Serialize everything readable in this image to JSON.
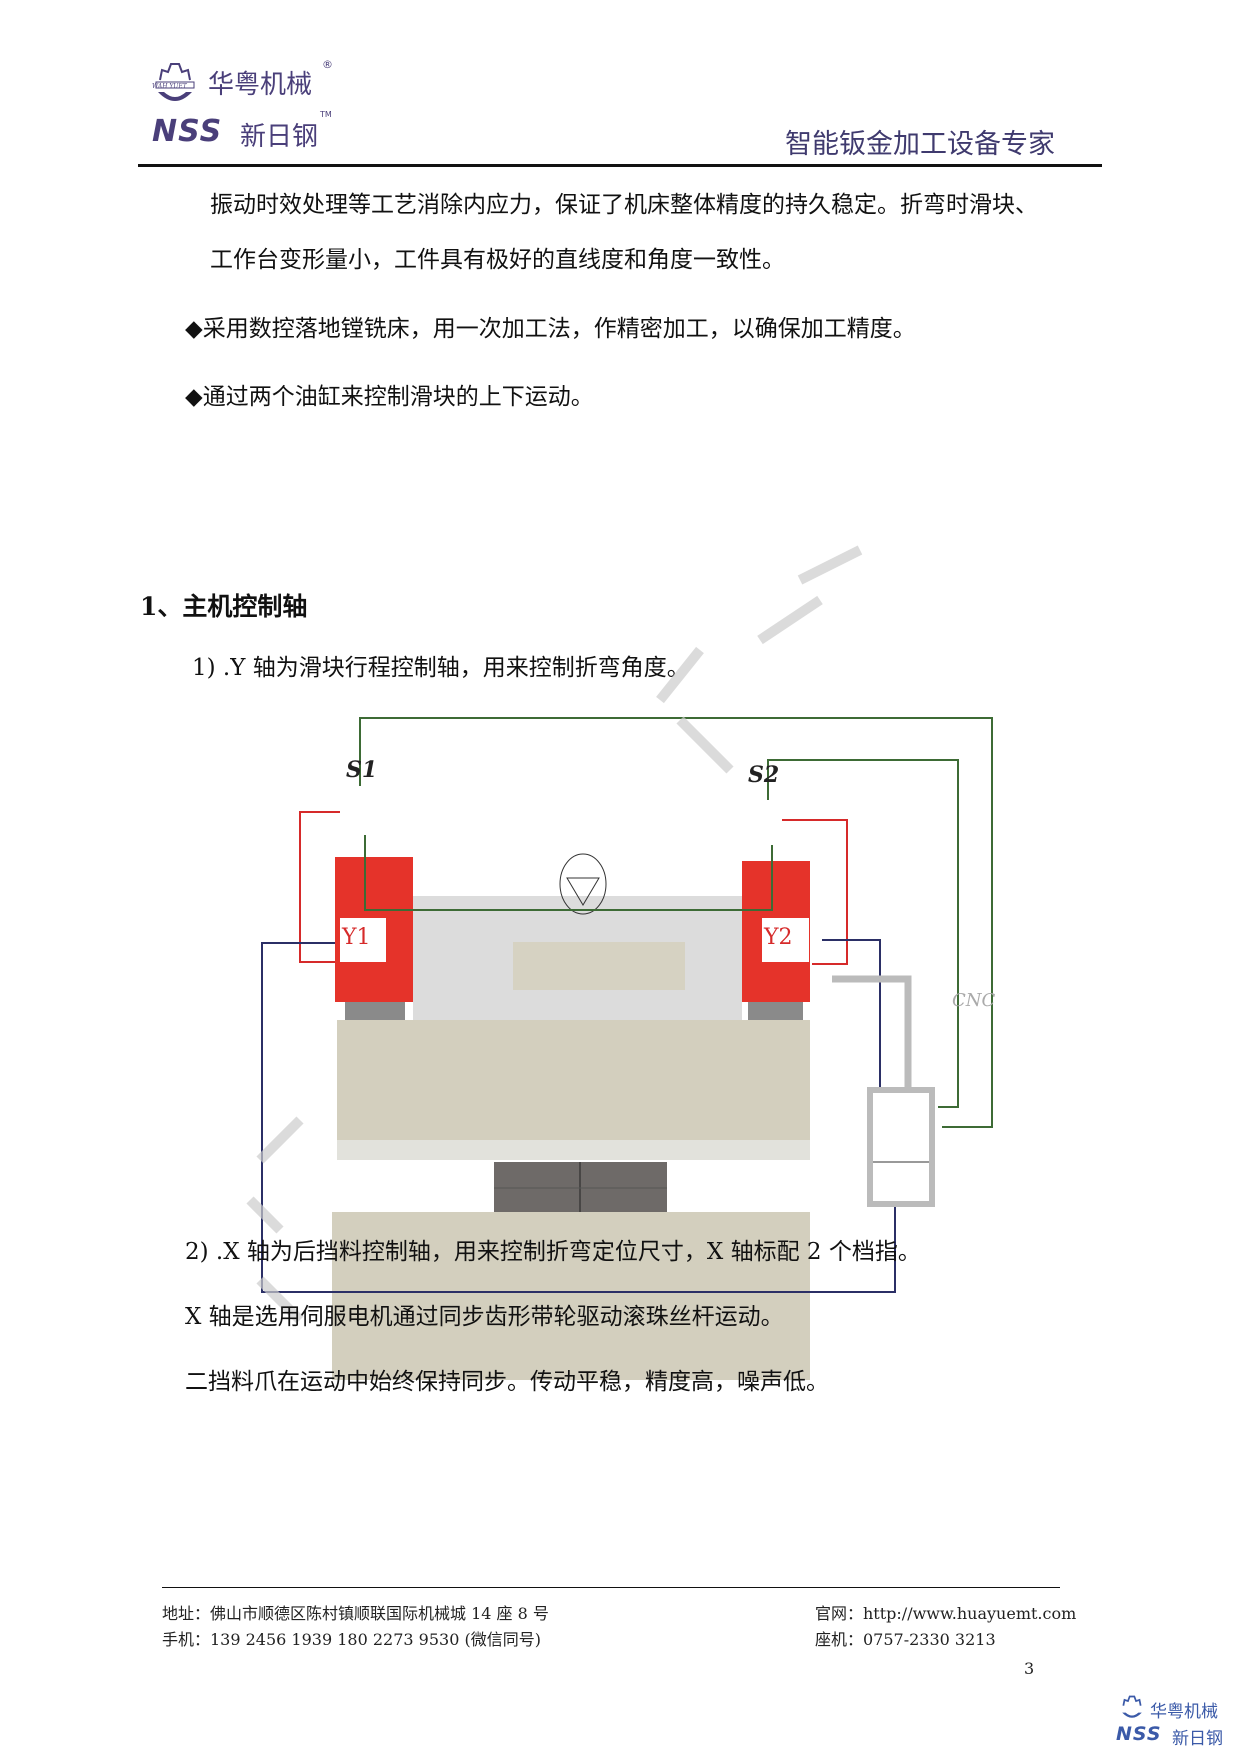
{
  "header": {
    "logo_brand_cn": "华粤机械",
    "logo_brand_en": "WAH YUET",
    "logo_registered": "®",
    "logo_nss": "NSS",
    "logo_nss_cn": "新日钢",
    "logo_tm": "TM",
    "slogan": "智能钣金加工设备专家"
  },
  "content": {
    "para1_line1": "振动时效处理等工艺消除内应力，保证了机床整体精度的持久稳定。折弯时滑块、",
    "para1_line2": "工作台变形量小，工件具有极好的直线度和角度一致性。",
    "bullet1": "◆采用数控落地镗铣床，用一次加工法，作精密加工，以确保加工精度。",
    "bullet2": "◆通过两个油缸来控制滑块的上下运动。",
    "section_heading": "1、主机控制轴",
    "y_axis_text": "1) .Y 轴为滑块行程控制轴，用来控制折弯角度。",
    "x_axis_text": "2) .X 轴为后挡料控制轴，用来控制折弯定位尺寸，X 轴标配 2 个档指。",
    "x_axis_line2": "X 轴是选用伺服电机通过同步齿形带轮驱动滚珠丝杆运动。",
    "x_axis_line3": "二挡料爪在运动中始终保持同步。传动平稳，精度高，噪声低。"
  },
  "diagram": {
    "label_s1": "S1",
    "label_s2": "S2",
    "label_y1": "Y1",
    "label_y2": "Y2",
    "label_cnc": "CNC",
    "colors": {
      "cylinder": "#e5332a",
      "signal": "#3d6b35",
      "power": "#2b2f66",
      "feedback": "#d62a2a",
      "table": "#d3cfbe",
      "beam": "#dcdcdc",
      "tool": "#6e6a68"
    }
  },
  "footer": {
    "address": "地址：佛山市顺德区陈村镇顺联国际机械城 14 座 8 号",
    "phone": "手机：139 2456 1939    180 2273 9530   (微信同号)",
    "website": "官网：http://www.huayuemt.com",
    "landline": "座机：0757-2330 3213",
    "page_number": "3"
  }
}
